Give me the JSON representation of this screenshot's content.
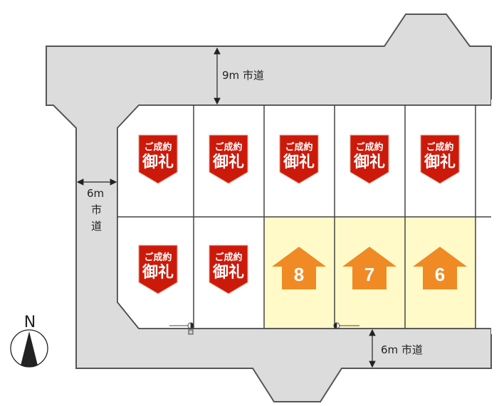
{
  "roads": {
    "north": {
      "label": "9m 市道"
    },
    "west": {
      "width": "6m",
      "type_chars": [
        "市",
        "道"
      ]
    },
    "south": {
      "label": "6m 市道"
    }
  },
  "compass": {
    "label": "N"
  },
  "badge": {
    "line1": "ご成約",
    "line2": "御礼"
  },
  "colors": {
    "road": "#dcdcdd",
    "available_lot": "#fffac8",
    "sold_badge": "#cc1a0a",
    "arrow": "#f08a24"
  },
  "lots": [
    {
      "row": "top",
      "status": "sold"
    },
    {
      "row": "top",
      "status": "sold"
    },
    {
      "row": "top",
      "status": "sold"
    },
    {
      "row": "top",
      "status": "sold"
    },
    {
      "row": "top",
      "status": "sold"
    },
    {
      "row": "bottom",
      "status": "sold"
    },
    {
      "row": "bottom",
      "status": "sold"
    },
    {
      "row": "bottom",
      "status": "available",
      "number": "8"
    },
    {
      "row": "bottom",
      "status": "available",
      "number": "7"
    },
    {
      "row": "bottom",
      "status": "available",
      "number": "6"
    }
  ]
}
